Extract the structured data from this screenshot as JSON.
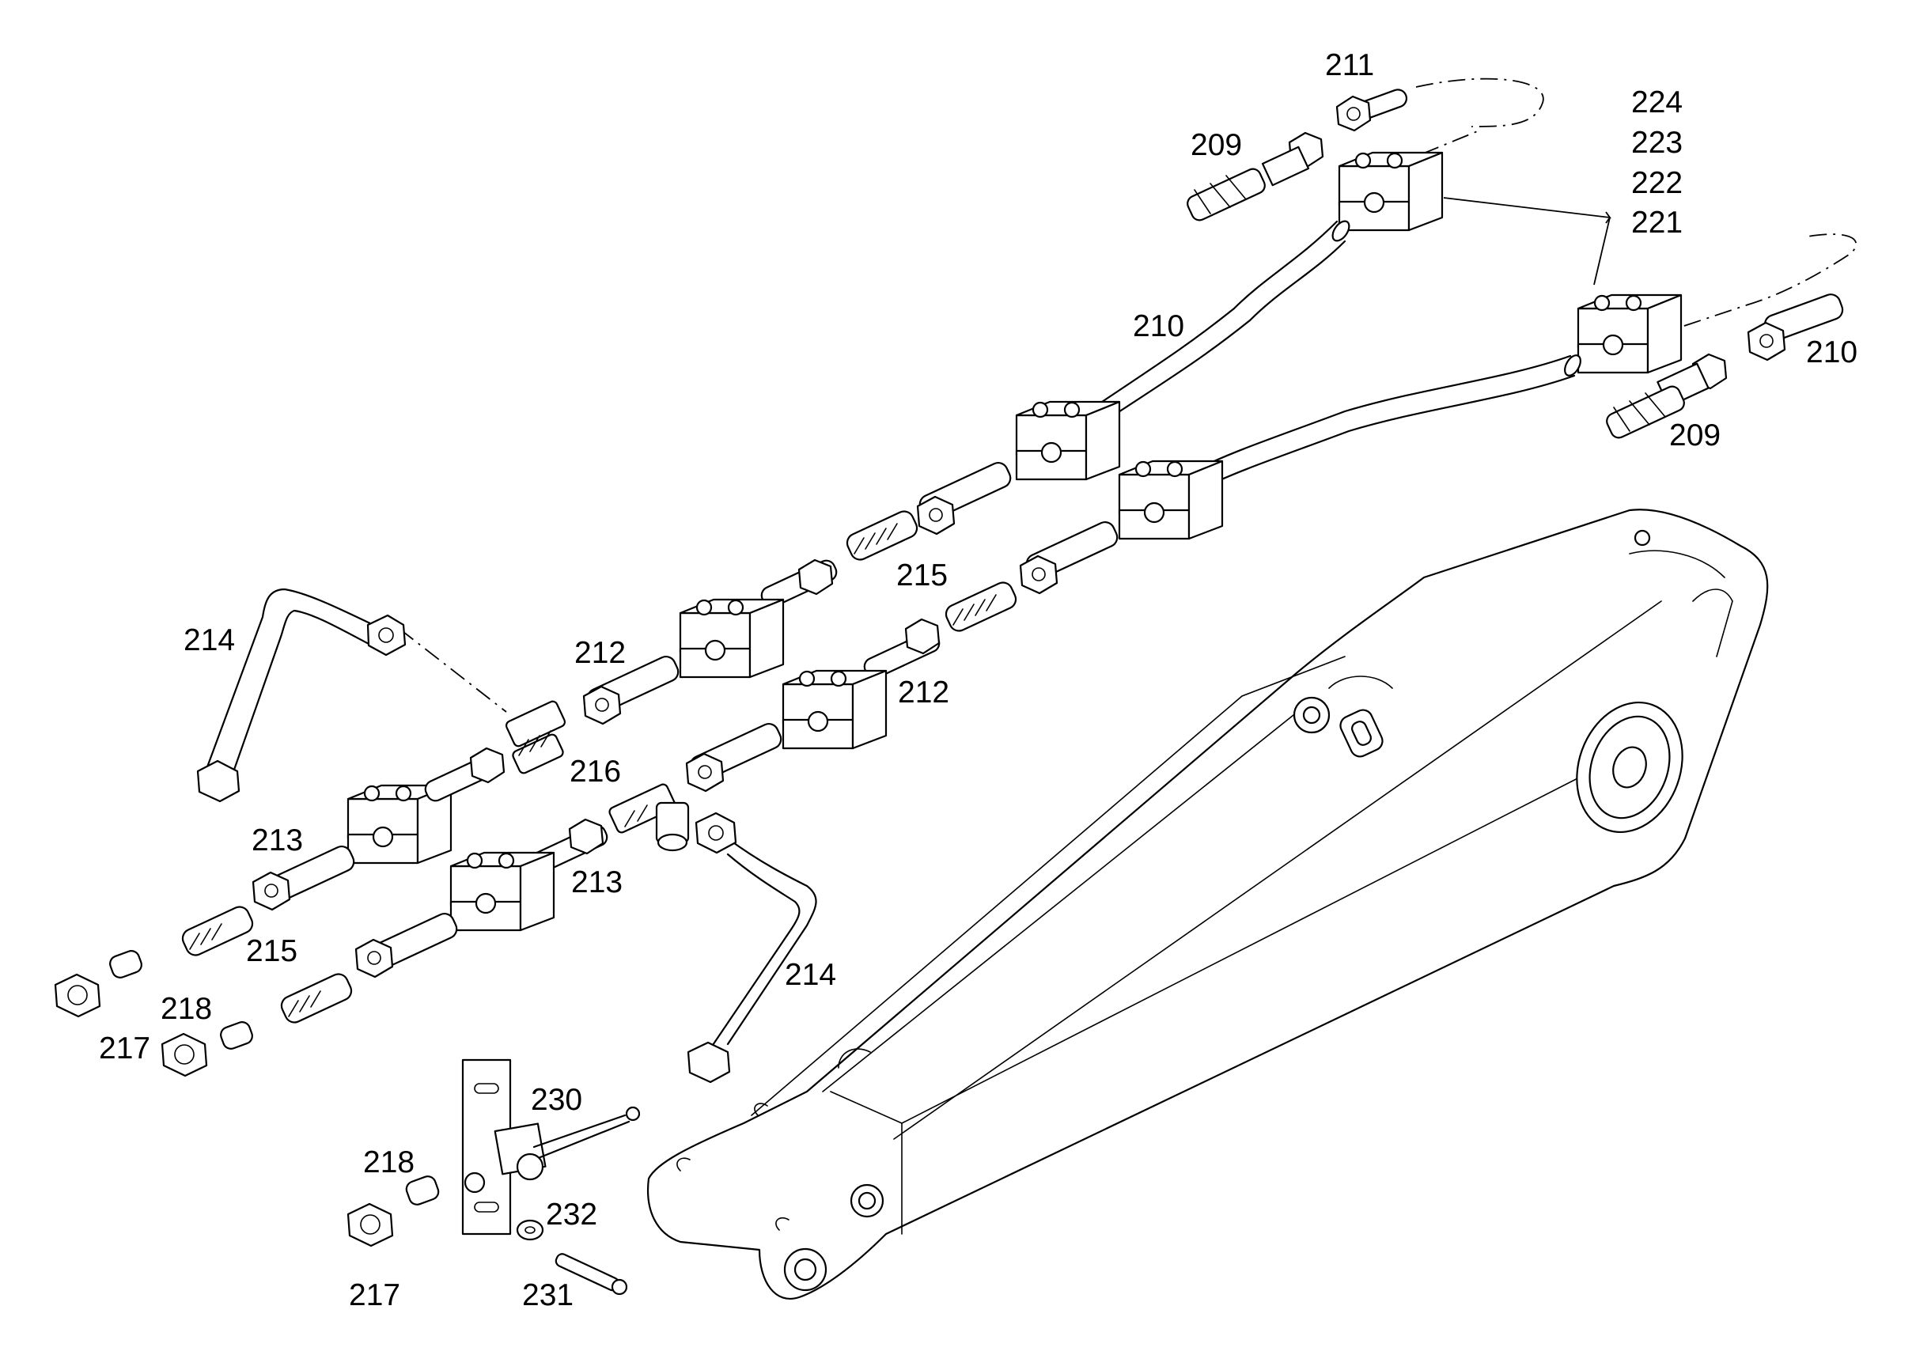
{
  "callouts": {
    "p211": "211",
    "p209_top": "209",
    "p224": "224",
    "p223": "223",
    "p222": "222",
    "p221": "221",
    "p210_mid": "210",
    "p210_right": "210",
    "p209_right": "209",
    "p215_upper": "215",
    "p214_left": "214",
    "p212_upper": "212",
    "p212_lower": "212",
    "p216": "216",
    "p213_left": "213",
    "p213_mid": "213",
    "p215_lower": "215",
    "p214_lower": "214",
    "p218_upper": "218",
    "p217_upper": "217",
    "p230": "230",
    "p218_lower": "218",
    "p232": "232",
    "p217_lower": "217",
    "p231": "231"
  },
  "colors": {
    "line": "#000000",
    "background": "#ffffff"
  }
}
